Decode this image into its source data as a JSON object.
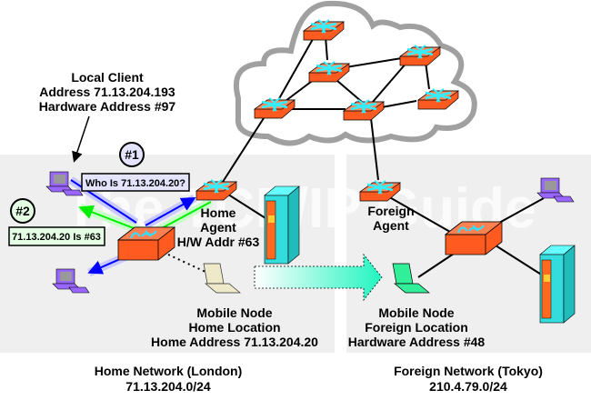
{
  "watermark": "The TCP/IP Guide",
  "local_client": {
    "lines": [
      "Local Client",
      "Address 71.13.204.193",
      "Hardware Address #97"
    ]
  },
  "step1": {
    "number": "#1",
    "message": "Who Is 71.13.204.20?"
  },
  "step2": {
    "number": "#2",
    "message": "71.13.204.20 Is #63"
  },
  "home_agent": {
    "lines": [
      "Home",
      "Agent",
      "H/W Addr #63"
    ]
  },
  "foreign_agent": {
    "lines": [
      "Foreign",
      "Agent"
    ]
  },
  "mobile_home": {
    "lines": [
      "Mobile Node",
      "Home Location",
      "Home Address 71.13.204.20"
    ]
  },
  "mobile_foreign": {
    "lines": [
      "Mobile Node",
      "Foreign Location",
      "Hardware Address #48"
    ]
  },
  "home_network": {
    "name": "Home Network (London)",
    "subnet": "71.13.204.0/24"
  },
  "foreign_network": {
    "name": "Foreign Network (Tokyo)",
    "subnet": "210.4.79.0/24"
  },
  "colors": {
    "router": "#ff7a45",
    "hub": "#ff6a30",
    "pc": "#9966ff",
    "server": "#33dddd",
    "request_arrow": "#0000ff",
    "reply_arrow": "#00ee00",
    "network_bg": "#efefef",
    "cloud": "#a0a0a0",
    "move_arrow": "#33ffcc"
  }
}
